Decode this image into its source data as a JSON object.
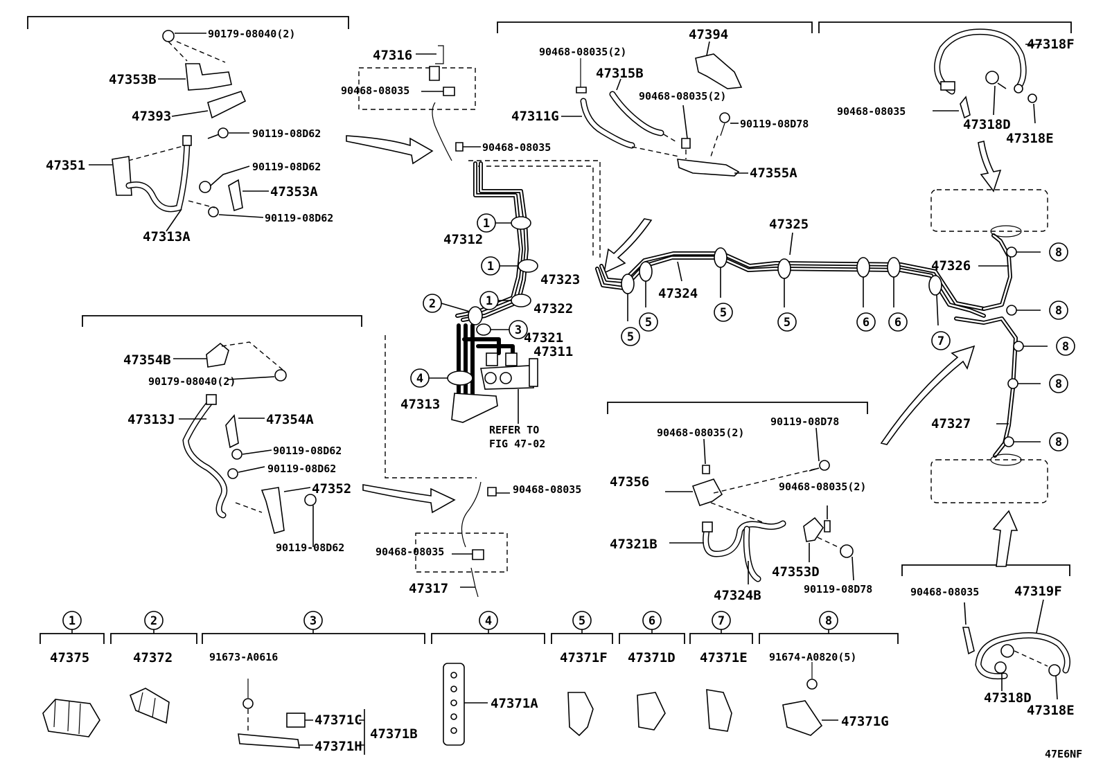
{
  "diagram_id": "47E6NF",
  "parts": {
    "p90179_08040_top": "90179-08040(2)",
    "p47353B": "47353B",
    "p47393": "47393",
    "p90119_08D62_a": "90119-08D62",
    "p47351": "47351",
    "p90119_08D62_b": "90119-08D62",
    "p47353A": "47353A",
    "p90119_08D62_c": "90119-08D62",
    "p47313A": "47313A",
    "p47316": "47316",
    "p90468_08035_box1": "90468-08035",
    "p90468_08035_m1": "90468-08035",
    "p47312": "47312",
    "p47323": "47323",
    "p47322": "47322",
    "p47321": "47321",
    "p47311": "47311",
    "p47313": "47313",
    "refer_line1": "REFER TO",
    "refer_line2": "FIG 47-02",
    "p90468_08035_2_top": "90468-08035(2)",
    "p47394": "47394",
    "p47315B": "47315B",
    "p90468_08035_2_mid": "90468-08035(2)",
    "p47311G": "47311G",
    "p90119_08D78_a": "90119-08D78",
    "p47355A": "47355A",
    "p47325": "47325",
    "p47324": "47324",
    "p47318F": "47318F",
    "p90468_08035_r": "90468-08035",
    "p47318D_a": "47318D",
    "p47318E_a": "47318E",
    "p47326": "47326",
    "p47327": "47327",
    "p47354B": "47354B",
    "p90179_08040_mid": "90179-08040(2)",
    "p47313J": "47313J",
    "p47354A": "47354A",
    "p90119_08D62_d": "90119-08D62",
    "p90119_08D62_e": "90119-08D62",
    "p47352": "47352",
    "p90119_08D62_f": "90119-08D62",
    "p90468_08035_m2": "90468-08035",
    "p90468_08035_box2": "90468-08035",
    "p47317": "47317",
    "p90468_08035_2_c": "90468-08035(2)",
    "p90119_08D78_b": "90119-08D78",
    "p47356": "47356",
    "p90468_08035_2_d": "90468-08035(2)",
    "p47321B": "47321B",
    "p47353D": "47353D",
    "p90119_08D78_c": "90119-08D78",
    "p47324B": "47324B",
    "p90468_08035_br": "90468-08035",
    "p47319F": "47319F",
    "p47318D_b": "47318D",
    "p47318E_b": "47318E",
    "k_47375": "47375",
    "k_47372": "47372",
    "k_91673_A0616": "91673-A0616",
    "k_47371C": "47371C",
    "k_47371B": "47371B",
    "k_47371H": "47371H",
    "k_47371A": "47371A",
    "k_47371F": "47371F",
    "k_47371D": "47371D",
    "k_47371E": "47371E",
    "k_91674_A0820": "91674-A0820(5)",
    "k_47371G": "47371G"
  },
  "callouts": {
    "c1": "1",
    "c2": "2",
    "c3": "3",
    "c4": "4",
    "c5": "5",
    "c6": "6",
    "c7": "7",
    "c8": "8"
  }
}
